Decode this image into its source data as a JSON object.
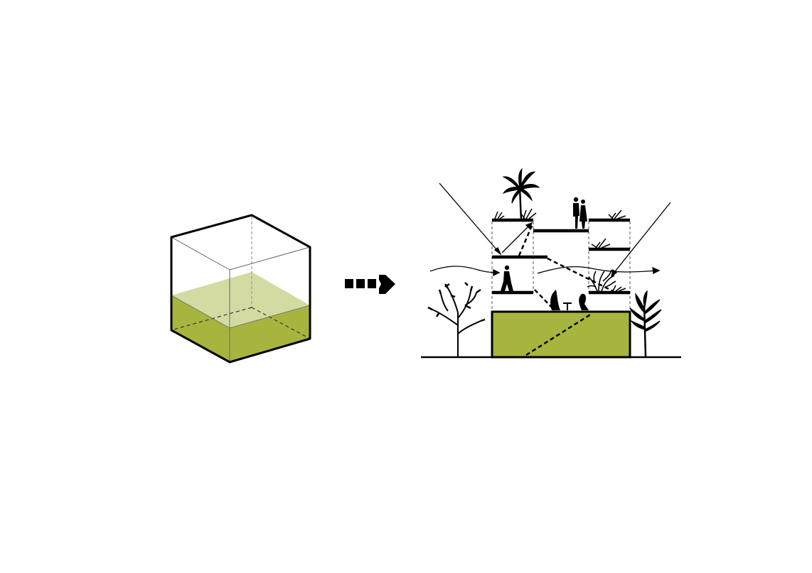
{
  "diagram": {
    "colors": {
      "green_solid": "#a7b53f",
      "green_light": "#d3dba2",
      "line": "#000000",
      "thin_line": "#9a9a9a",
      "background": "#ffffff"
    },
    "left_figure": {
      "name": "filled-cube",
      "fill_level": 0.4
    },
    "connector": {
      "name": "dashed-arrow",
      "direction": "right"
    },
    "right_figure": {
      "name": "terraced-building-section",
      "levels": 3,
      "icons": [
        "palm-tree-icon",
        "couple-icon",
        "walking-person-icon",
        "seated-people-icon",
        "bare-tree-icon",
        "fern-icon",
        "shrub-icon"
      ]
    }
  }
}
